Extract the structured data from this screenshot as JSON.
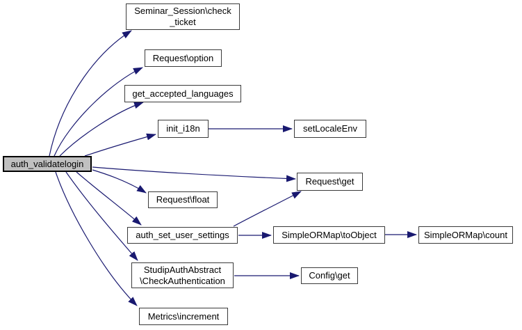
{
  "diagram": {
    "type": "call-graph",
    "description": "Function call graph for auth_validatelogin",
    "colors": {
      "edge": "#191970",
      "node_border": "#3a3a3a",
      "node_fill": "#ffffff",
      "selected_fill": "#c0c0c0",
      "selected_border": "#000000",
      "text": "#000000",
      "background": "#ffffff"
    },
    "nodes": [
      {
        "id": "auth_validatelogin",
        "label": "auth_validatelogin",
        "selected": true
      },
      {
        "id": "seminar_session_check_ticket",
        "label": "Seminar_Session\\check\n_ticket"
      },
      {
        "id": "request_option",
        "label": "Request\\option"
      },
      {
        "id": "get_accepted_languages",
        "label": "get_accepted_languages"
      },
      {
        "id": "init_i18n",
        "label": "init_i18n"
      },
      {
        "id": "set_locale_env",
        "label": "setLocaleEnv"
      },
      {
        "id": "request_get",
        "label": "Request\\get"
      },
      {
        "id": "request_float",
        "label": "Request\\float"
      },
      {
        "id": "auth_set_user_settings",
        "label": "auth_set_user_settings"
      },
      {
        "id": "simple_or_map_to_object",
        "label": "SimpleORMap\\toObject"
      },
      {
        "id": "simple_or_map_count",
        "label": "SimpleORMap\\count"
      },
      {
        "id": "studip_auth_abstract_check_authentication",
        "label": "StudipAuthAbstract\n\\CheckAuthentication"
      },
      {
        "id": "config_get",
        "label": "Config\\get"
      },
      {
        "id": "metrics_increment",
        "label": "Metrics\\increment"
      }
    ],
    "edges": [
      {
        "from": "auth_validatelogin",
        "to": "seminar_session_check_ticket"
      },
      {
        "from": "auth_validatelogin",
        "to": "request_option"
      },
      {
        "from": "auth_validatelogin",
        "to": "get_accepted_languages"
      },
      {
        "from": "auth_validatelogin",
        "to": "init_i18n"
      },
      {
        "from": "auth_validatelogin",
        "to": "request_get"
      },
      {
        "from": "auth_validatelogin",
        "to": "request_float"
      },
      {
        "from": "auth_validatelogin",
        "to": "auth_set_user_settings"
      },
      {
        "from": "auth_validatelogin",
        "to": "studip_auth_abstract_check_authentication"
      },
      {
        "from": "auth_validatelogin",
        "to": "metrics_increment"
      },
      {
        "from": "init_i18n",
        "to": "set_locale_env"
      },
      {
        "from": "auth_set_user_settings",
        "to": "request_get"
      },
      {
        "from": "auth_set_user_settings",
        "to": "simple_or_map_to_object"
      },
      {
        "from": "simple_or_map_to_object",
        "to": "simple_or_map_count"
      },
      {
        "from": "studip_auth_abstract_check_authentication",
        "to": "config_get"
      }
    ]
  }
}
